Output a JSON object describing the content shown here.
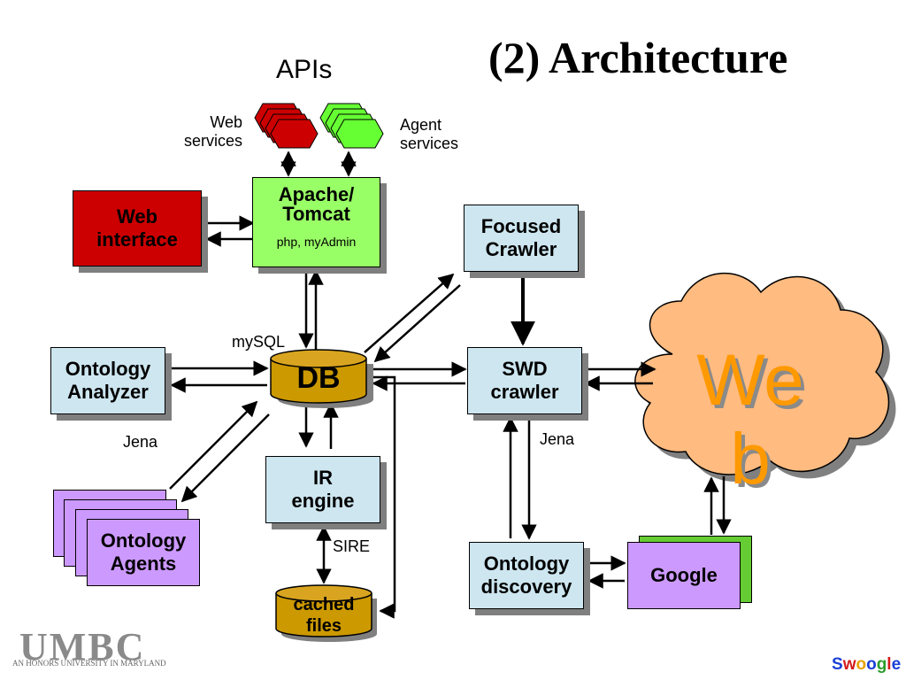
{
  "title": "(2) Architecture",
  "labels": {
    "apis": "APIs",
    "web_services": [
      "Web",
      "services"
    ],
    "agent_services": [
      "Agent",
      "services"
    ],
    "mysql": "mySQL",
    "jena_left": "Jena",
    "jena_right": "Jena",
    "sire": "SIRE"
  },
  "boxes": {
    "web_interface": [
      "Web",
      "interface"
    ],
    "apache": [
      "Apache/",
      "Tomcat"
    ],
    "apache_sub": "php, myAdmin",
    "focused_crawler": [
      "Focused",
      "Crawler"
    ],
    "ontology_analyzer": [
      "Ontology",
      "Analyzer"
    ],
    "swd_crawler": [
      "SWD",
      "crawler"
    ],
    "ir_engine": [
      "IR",
      "engine"
    ],
    "ontology_agents": [
      "Ontology",
      "Agents"
    ],
    "ontology_discovery": [
      "Ontology",
      "discovery"
    ],
    "google": "Google"
  },
  "cylinders": {
    "db": "DB",
    "cached": [
      "cached",
      "files"
    ]
  },
  "cloud_text": [
    "We",
    "b"
  ],
  "footer": {
    "umbc": "UMBC",
    "umbc_sub": "AN HONORS UNIVERSITY IN MARYLAND",
    "swoogle": [
      "S",
      "w",
      "o",
      "o",
      "g",
      "l",
      "e"
    ]
  },
  "colors": {
    "web_interface": "#cc0000",
    "apache": "#99ff66",
    "blue_boxes": "#cde6f0",
    "purple_boxes": "#cc99ff",
    "db": "#cc9900",
    "cloud": "#ffbb80",
    "cloud_text": "#ff9900",
    "swoogle": [
      "#1a3fd6",
      "#d41a1a",
      "#e8a000",
      "#1a3fd6",
      "#2a9d2a",
      "#d41a1a",
      "#1a3fd6"
    ]
  }
}
